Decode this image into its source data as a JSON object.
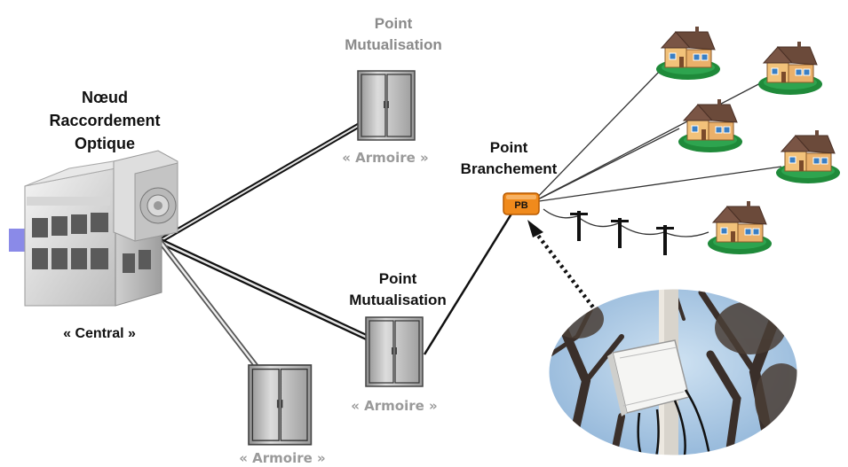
{
  "nro": {
    "title_lines": [
      "Nœud",
      "Raccordement",
      "Optique"
    ],
    "caption": "« Central »"
  },
  "pm_top": {
    "title_lines": [
      "Point",
      "Mutualisation"
    ],
    "caption": "« Armoire »"
  },
  "pm_mid": {
    "title_lines": [
      "Point",
      "Mutualisation"
    ],
    "caption": "« Armoire »"
  },
  "pm_bottom": {
    "caption": "« Armoire »"
  },
  "pb": {
    "title_lines": [
      "Point",
      "Branchement"
    ],
    "box_label": "PB"
  },
  "colors": {
    "pb_orange": "#f08a1c",
    "lawn_green": "#1f8a3a",
    "house_wall": "#f2c27a",
    "roof": "#6b4a3a",
    "cabinet_grey": "#b8b8b8",
    "central_blue": "#8a8ae8"
  },
  "icons": [
    "central-office-icon",
    "street-cabinet-icon",
    "house-icon",
    "utility-pole-icon",
    "distribution-box-photo"
  ]
}
